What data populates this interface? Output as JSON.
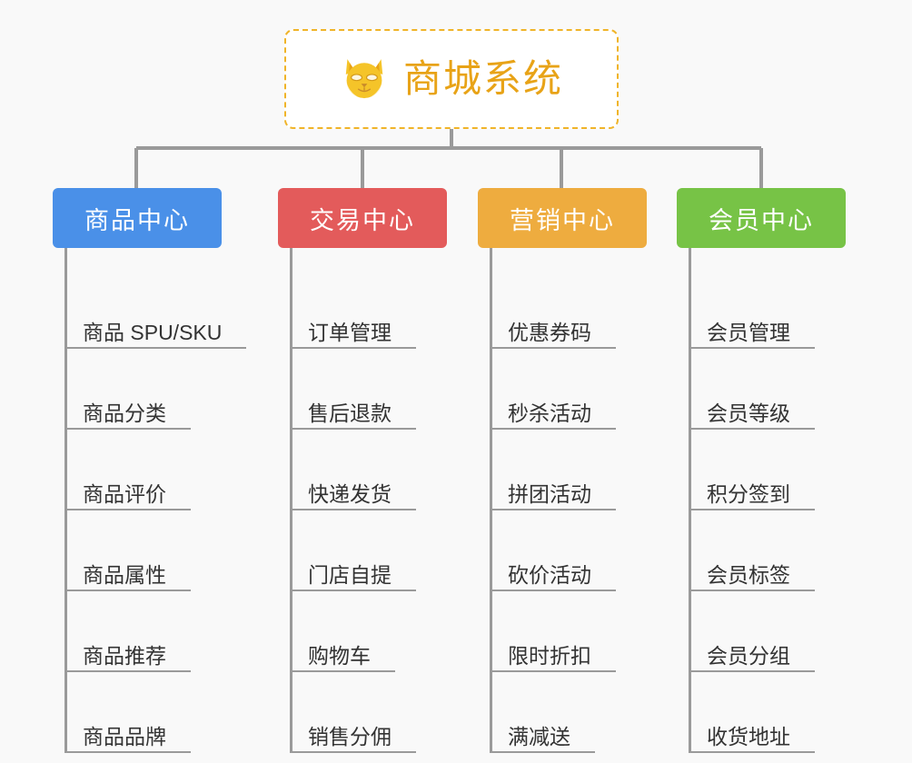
{
  "diagram": {
    "type": "mind-map",
    "background_color": "#f9f9f9",
    "root": {
      "title": "商城系统",
      "icon": "shiba-dog-face-icon",
      "text_color": "#e8a317",
      "border_color": "#f0b429",
      "background_color": "#ffffff"
    },
    "connector_color": "#9a9a9a",
    "branches": [
      {
        "label": "商品中心",
        "color": "#4a90e8",
        "items": [
          "商品 SPU/SKU",
          "商品分类",
          "商品评价",
          "商品属性",
          "商品推荐",
          "商品品牌"
        ]
      },
      {
        "label": "交易中心",
        "color": "#e35b5b",
        "items": [
          "订单管理",
          "售后退款",
          "快递发货",
          "门店自提",
          "购物车",
          "销售分佣"
        ]
      },
      {
        "label": "营销中心",
        "color": "#eeac3f",
        "items": [
          "优惠券码",
          "秒杀活动",
          "拼团活动",
          "砍价活动",
          "限时折扣",
          "满减送"
        ]
      },
      {
        "label": "会员中心",
        "color": "#77c346",
        "items": [
          "会员管理",
          "会员等级",
          "积分签到",
          "会员标签",
          "会员分组",
          "收货地址"
        ]
      }
    ]
  }
}
